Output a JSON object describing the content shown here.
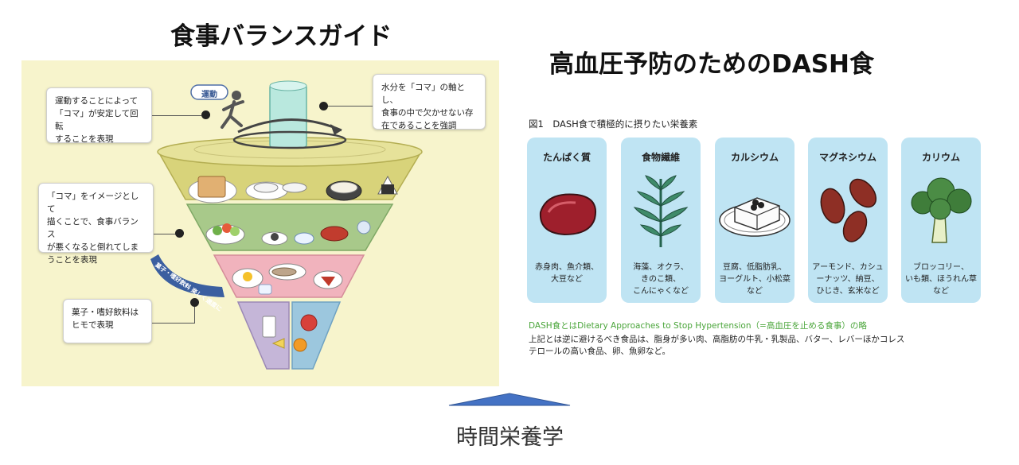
{
  "left_title": "食事バランスガイド",
  "right_title": "高血圧予防のためのDASH食",
  "guide": {
    "runner_badge": "運動",
    "callouts": [
      "運動することによって\n「コマ」が安定して回転\nすることを表現",
      "水分を「コマ」の軸とし、\n食事の中で欠かせない存\n在であることを強調",
      "「コマ」をイメージとして\n描くことで、食事バランス\nが悪くなると倒れてしま\nうことを表現",
      "菓子・嗜好飲料は\nヒモで表現"
    ],
    "ribbon_text": "菓子・嗜好飲料 楽しく適度に"
  },
  "dash": {
    "figure_label": "図1　DASH食で積極的に摂りたい栄養素",
    "cards": [
      {
        "title": "たんぱく質",
        "foods": "赤身肉、魚介類、\n大豆など"
      },
      {
        "title": "食物繊維",
        "foods": "海藻、オクラ、\nきのこ類、\nこんにゃくなど"
      },
      {
        "title": "カルシウム",
        "foods": "豆腐、低脂肪乳、\nヨーグルト、小松菜\nなど"
      },
      {
        "title": "マグネシウム",
        "foods": "アーモンド、カシュ\nーナッツ、納豆、\nひじき、玄米など"
      },
      {
        "title": "カリウム",
        "foods": "ブロッコリー、\nいも類、ほうれん草\nなど"
      }
    ],
    "abbrev_note": "DASH食とはDietary Approaches to Stop Hypertension（=高血圧を止める食事）の略",
    "avoid_line1": "上記とは逆に避けるべき食品は、脂身が多い肉、高脂肪の牛乳・乳製品、バター、レバーほかコレス",
    "avoid_line2": "テロールの高い食品、卵、魚卵など。"
  },
  "arrow": {
    "color": "#4472c4"
  },
  "bottom_caption": "時間栄養学"
}
